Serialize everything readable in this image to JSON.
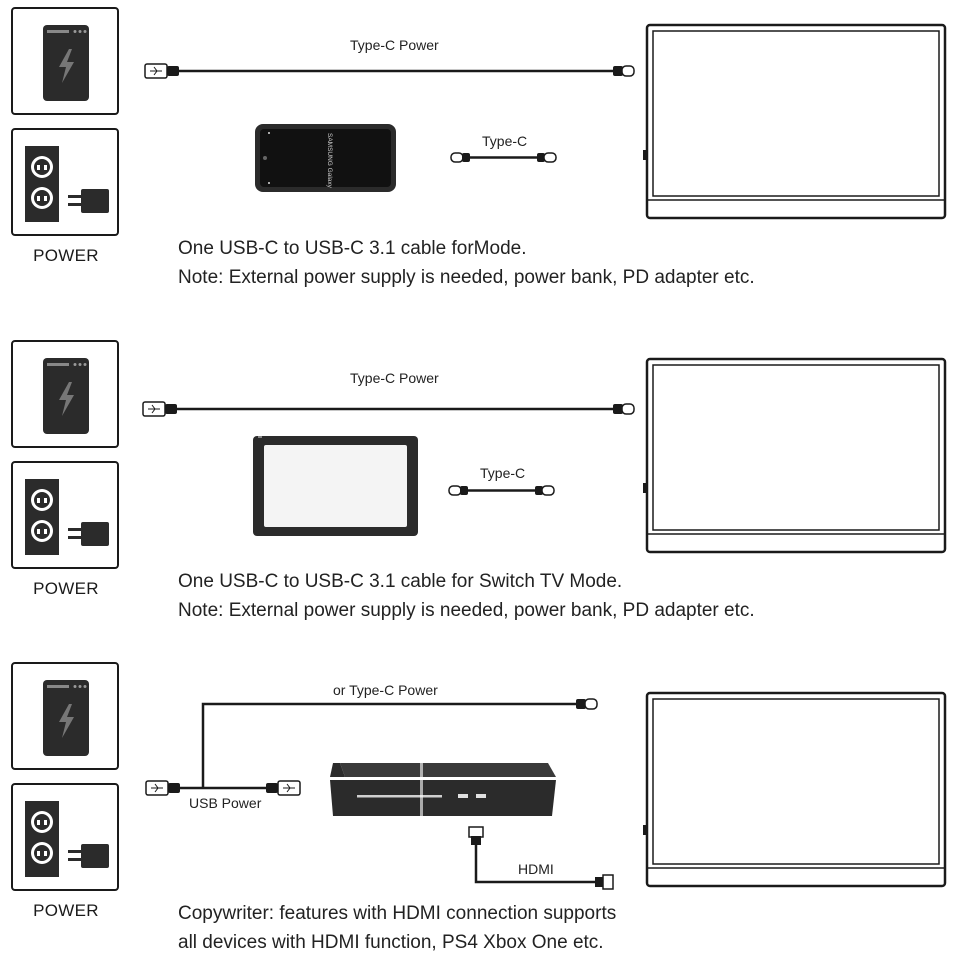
{
  "sections": [
    {
      "power_label": "POWER",
      "cable_power_label": "Type-C Power",
      "cable_c_label": "Type-C",
      "device_text": "SAMSUNG Galaxy",
      "caption_line1": "One USB-C to USB-C 3.1 cable forMode.",
      "caption_line2": "Note: External power supply is needed, power bank, PD adapter etc."
    },
    {
      "power_label": "POWER",
      "cable_power_label": "Type-C Power",
      "cable_c_label": "Type-C",
      "caption_line1": "One USB-C to USB-C 3.1 cable for Switch TV Mode.",
      "caption_line2": "Note: External power supply is needed, power bank, PD adapter etc."
    },
    {
      "power_label": "POWER",
      "cable_power_label": "or Type-C Power",
      "usb_power_label": "USB Power",
      "hdmi_label": "HDMI",
      "caption_line1": "Copywriter: features with HDMI connection supports",
      "caption_line2": "all devices with HDMI function, PS4 Xbox One etc."
    }
  ],
  "colors": {
    "line": "#1a1a1a",
    "device_dark": "#2b2b2b",
    "screen_light": "#f4f4f4"
  },
  "icons": [
    "power-bank-icon",
    "wall-outlet-icon",
    "usb-a-plug-icon",
    "usb-c-plug-icon",
    "hdmi-plug-icon",
    "monitor-icon",
    "phone-icon",
    "switch-console-icon",
    "ps4-console-icon"
  ]
}
